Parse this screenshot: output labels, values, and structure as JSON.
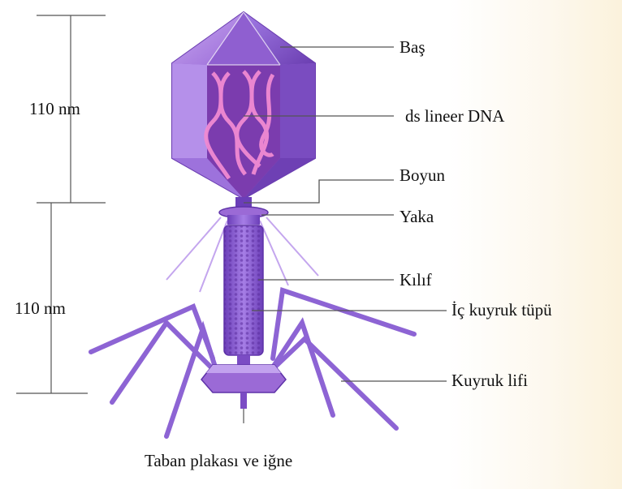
{
  "scale_bars": {
    "upper": "110 nm",
    "lower": "110 nm"
  },
  "labels": {
    "head": "Baş",
    "dna": "ds lineer DNA",
    "neck": "Boyun",
    "collar": "Yaka",
    "sheath": "Kılıf",
    "inner_tube": "İç kuyruk tüpü",
    "tail_fiber": "Kuyruk lifi",
    "base_plate": "Taban plakası ve iğne"
  },
  "colors": {
    "capsid": "#9b6ad6",
    "capsid_dark": "#6d3fb4",
    "dna": "#e879c6",
    "tail": "#8a5cd0",
    "leader_line": "#555555"
  }
}
